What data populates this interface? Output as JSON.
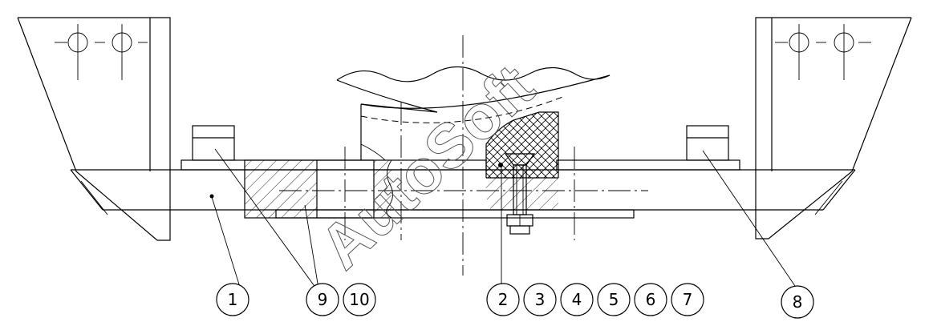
{
  "watermark": "AutoSoft",
  "callouts": [
    {
      "label": "1"
    },
    {
      "label": "9"
    },
    {
      "label": "10"
    },
    {
      "label": "2"
    },
    {
      "label": "3"
    },
    {
      "label": "4"
    },
    {
      "label": "5"
    },
    {
      "label": "6"
    },
    {
      "label": "7"
    },
    {
      "label": "8"
    }
  ]
}
